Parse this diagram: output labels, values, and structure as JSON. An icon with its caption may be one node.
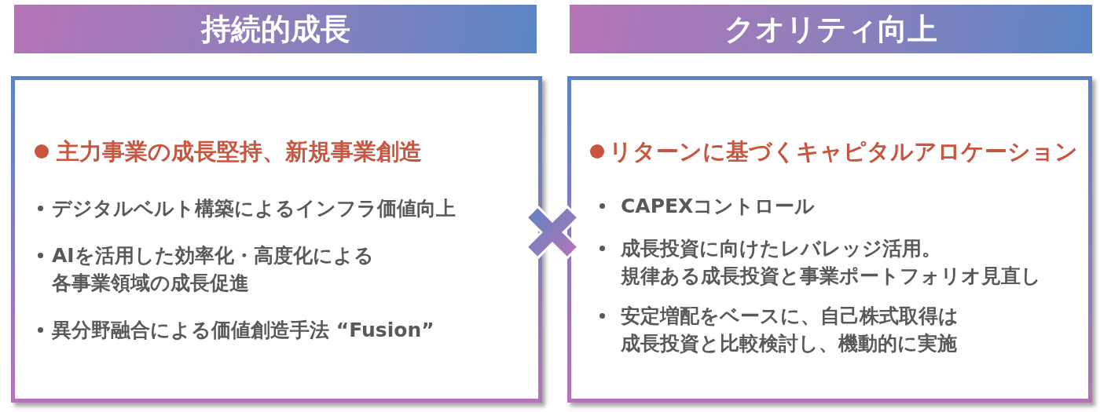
{
  "diagram": {
    "nodes": [
      {
        "text": [
          "持続的成長"
        ]
      },
      {
        "text": [
          "主力事業の成長堅持、新規事業創造",
          "デジタルベルト構築によるインフラ価値向上",
          "AIを活用した効率化・高度化による各事業領域の成長促進",
          "異分野融合による価値創造手法 “Fusion”"
        ]
      },
      {
        "text": [
          "クオリティ向上"
        ]
      },
      {
        "text": [
          "リターンに基づくキャピタルアロケーション",
          "CAPEXコントロール",
          "成長投資に向けたレバレッジ活用。規律ある成長投資と事業ポートフォリオ見直し",
          "安定増配をベースに、自己株式取得は成長投資と比較検討し、機動的に実施"
        ]
      }
    ]
  }
}
